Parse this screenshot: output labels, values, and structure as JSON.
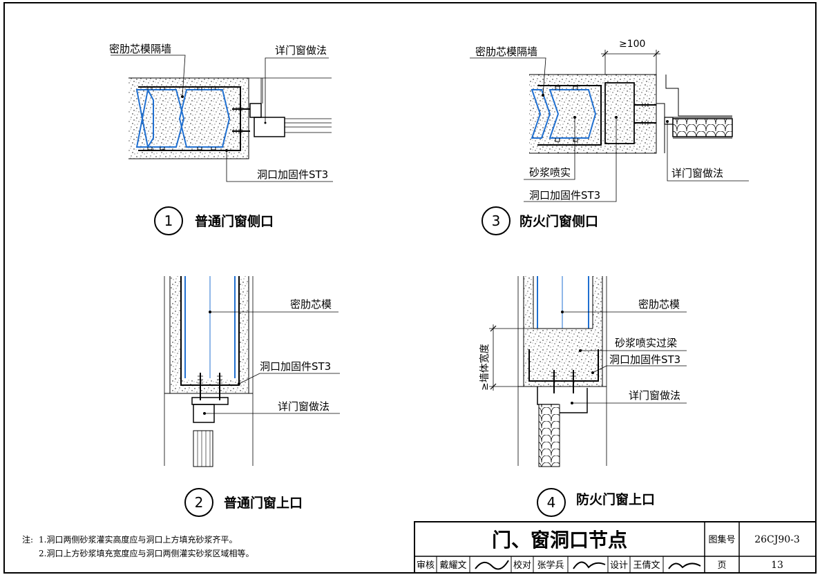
{
  "details": [
    {
      "number": "1",
      "title": "普通门窗侧口",
      "labels": {
        "wall": "密肋芯模隔墙",
        "frame": "详门窗做法",
        "anchor": "洞口加固件ST3"
      }
    },
    {
      "number": "3",
      "title": "防火门窗侧口",
      "labels": {
        "wall": "密肋芯模隔墙",
        "dim": "≥100",
        "mortar": "砂浆喷实",
        "anchor": "洞口加固件ST3",
        "frame": "详门窗做法"
      }
    },
    {
      "number": "2",
      "title": "普通门窗上口",
      "labels": {
        "core": "密肋芯模",
        "anchor": "洞口加固件ST3",
        "frame": "详门窗做法"
      }
    },
    {
      "number": "4",
      "title": "防火门窗上口",
      "labels": {
        "core": "密肋芯模",
        "lintel": "砂浆喷实过梁",
        "anchor": "洞口加固件ST3",
        "frame": "详门窗做法",
        "dim": "≥墙体宽度"
      }
    }
  ],
  "notes": {
    "prefix": "注:",
    "items": [
      "1.洞口两侧砂浆灌实高度应与洞口上方填充砂浆齐平。",
      "2.洞口上方砂浆填充宽度应与洞口两侧灌实砂浆区域相等。"
    ]
  },
  "title_block": {
    "title": "门、窗洞口节点",
    "atlas_label": "图集号",
    "atlas_no": "26CJ90-3",
    "page_label": "页",
    "page_no": "13",
    "review_label": "审核",
    "reviewer": "戴耀文",
    "check_label": "校对",
    "checker": "张学兵",
    "design_label": "设计",
    "designer": "王倩文"
  }
}
